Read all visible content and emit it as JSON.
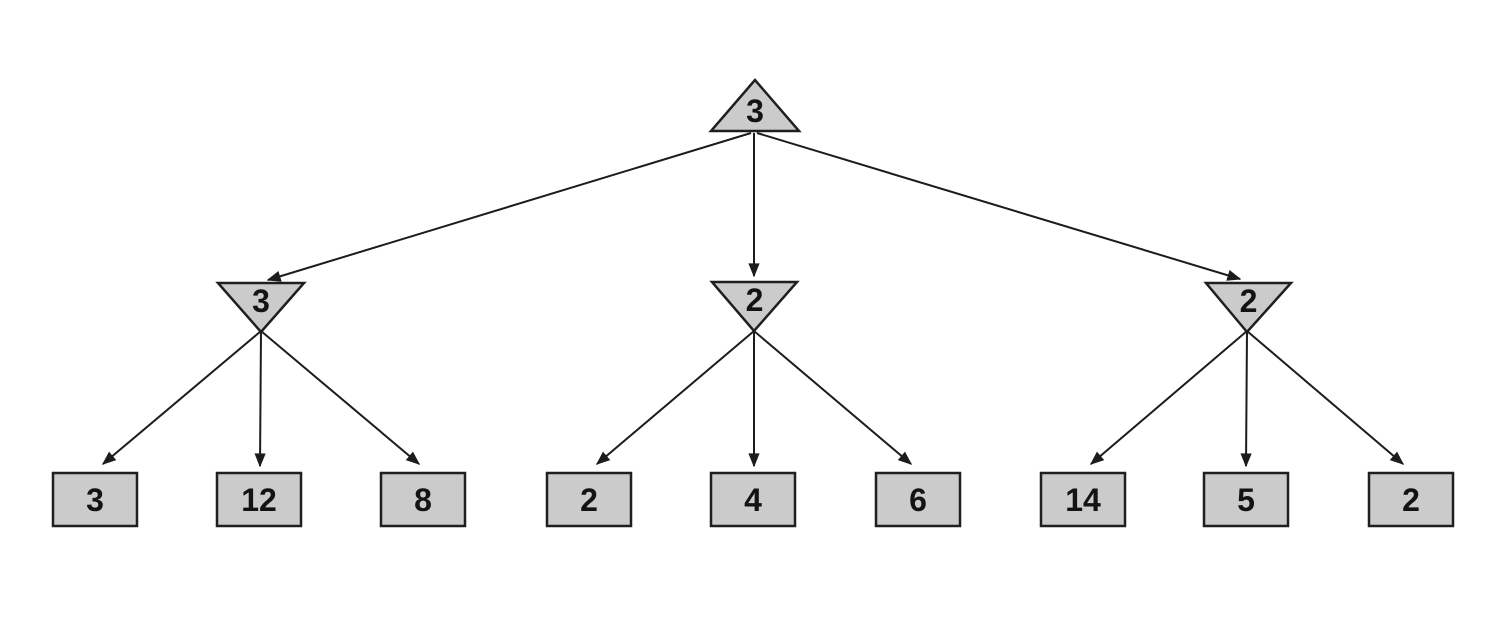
{
  "tree": {
    "root": {
      "node_type": "max",
      "shape": "triangle-up",
      "value": "3"
    },
    "branches": [
      {
        "min": {
          "node_type": "min",
          "shape": "triangle-down",
          "value": "3"
        },
        "leaves": [
          {
            "value": "3"
          },
          {
            "value": "12"
          },
          {
            "value": "8"
          }
        ]
      },
      {
        "min": {
          "node_type": "min",
          "shape": "triangle-down",
          "value": "2"
        },
        "leaves": [
          {
            "value": "2"
          },
          {
            "value": "4"
          },
          {
            "value": "6"
          }
        ]
      },
      {
        "min": {
          "node_type": "min",
          "shape": "triangle-down",
          "value": "2"
        },
        "leaves": [
          {
            "value": "14"
          },
          {
            "value": "5"
          },
          {
            "value": "2"
          }
        ]
      }
    ]
  },
  "colors": {
    "background": "#ffffff",
    "node_fill": "#cbcbcb",
    "node_border": "#1f1f1f",
    "edge": "#1c1c1c",
    "text": "#131313"
  }
}
